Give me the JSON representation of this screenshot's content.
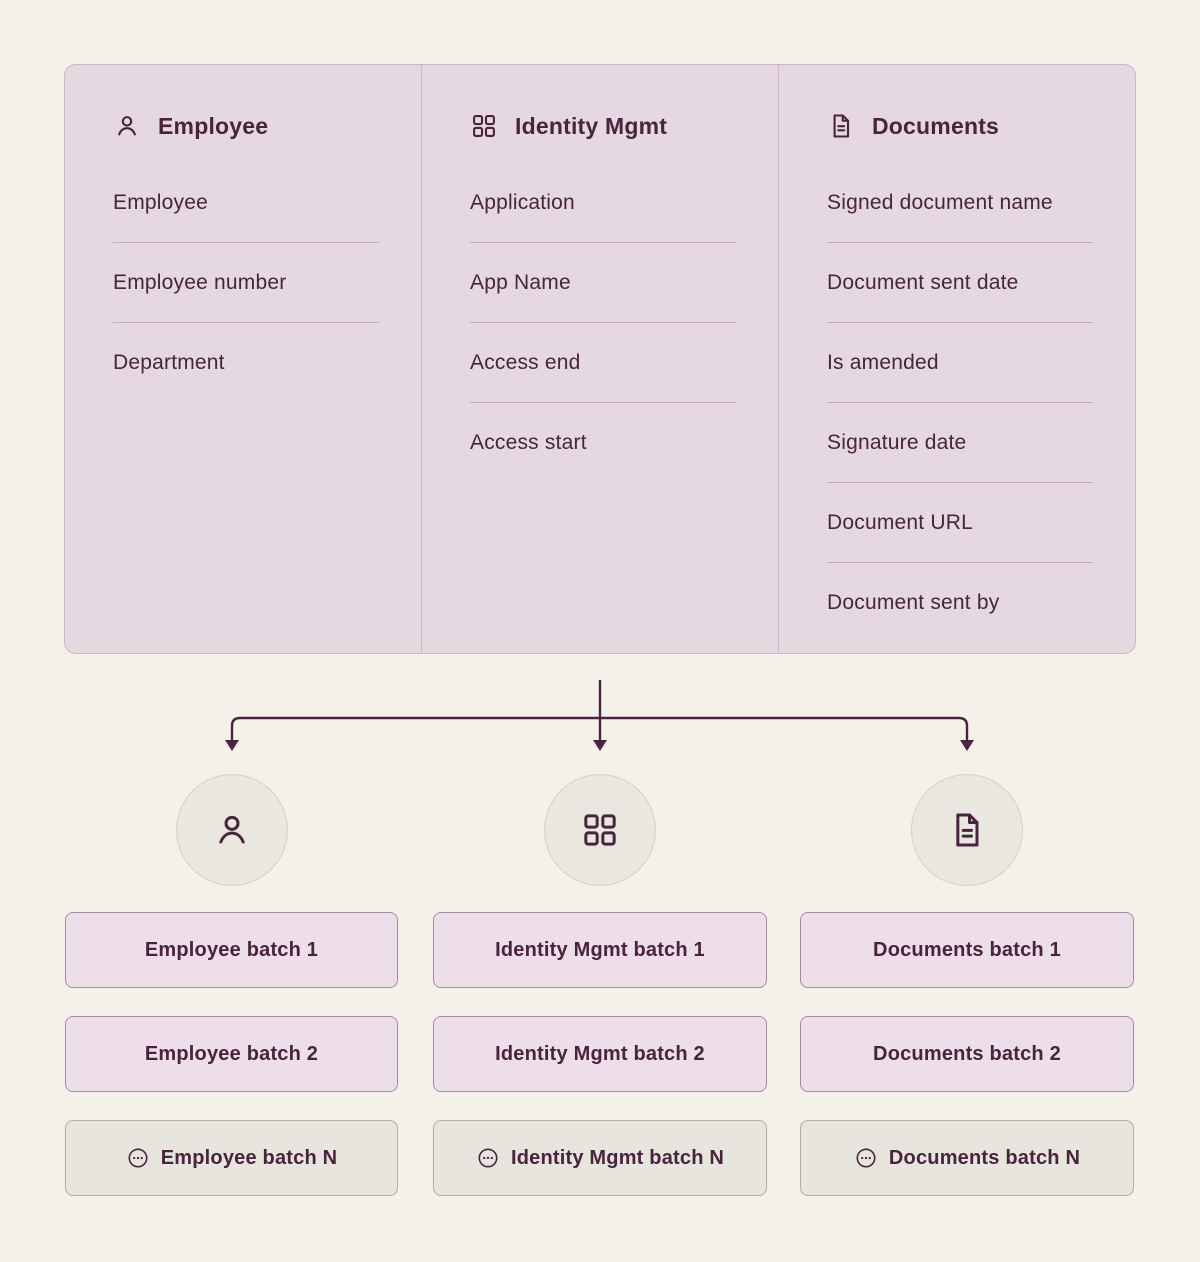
{
  "colors": {
    "background": "#f4f1eb",
    "panel_bg": "#e6d8e1",
    "panel_border": "#cbb5c4",
    "panel_divider": "#cdb9c7",
    "field_divider": "#c5adbd",
    "text": "#48243e",
    "arrow": "#48243e",
    "circle_bg": "#eae6e0",
    "circle_border": "#d7d1c8",
    "batch_pink_bg": "#eddee9",
    "batch_pink_border": "#a58c9e",
    "batch_gray_bg": "#e8e4de",
    "batch_gray_border": "#b3ac9f"
  },
  "schema": {
    "columns": [
      {
        "title": "Employee",
        "icon": "person-icon",
        "fields": [
          "Employee",
          "Employee number",
          "Department"
        ]
      },
      {
        "title": "Identity Mgmt",
        "icon": "grid-icon",
        "fields": [
          "Application",
          "App Name",
          "Access end",
          "Access start"
        ]
      },
      {
        "title": "Documents",
        "icon": "document-icon",
        "fields": [
          "Signed document name",
          "Document sent date",
          "Is amended",
          "Signature date",
          "Document URL",
          "Document sent by"
        ]
      }
    ]
  },
  "batches": [
    {
      "icon": "person-icon",
      "items": [
        "Employee batch 1",
        "Employee batch 2",
        "Employee batch N"
      ]
    },
    {
      "icon": "grid-icon",
      "items": [
        "Identity Mgmt batch 1",
        "Identity Mgmt batch 2",
        "Identity Mgmt batch N"
      ]
    },
    {
      "icon": "document-icon",
      "items": [
        "Documents batch 1",
        "Documents batch 2",
        "Documents batch N"
      ]
    }
  ]
}
